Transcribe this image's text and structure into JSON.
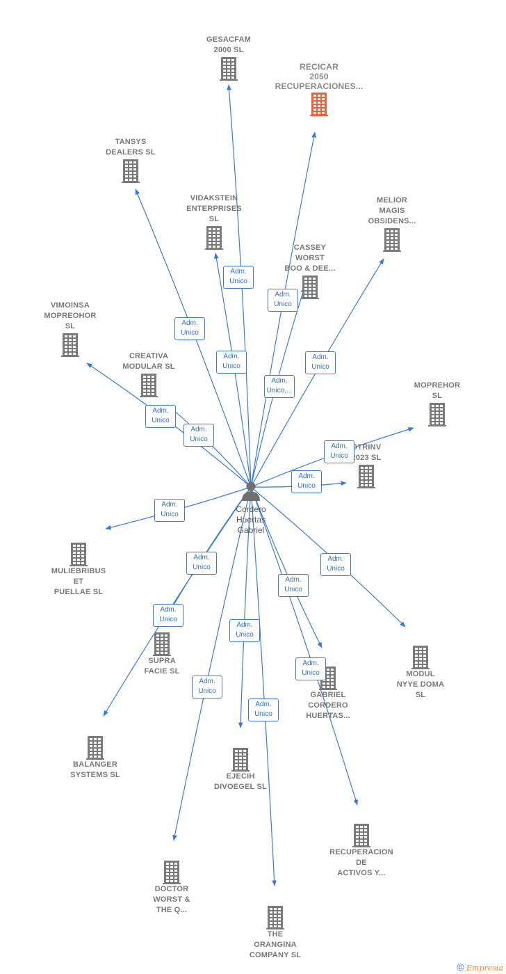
{
  "colors": {
    "edge": "#3a7ad6",
    "building": "#7a7a7a",
    "building_highlight": "#f0603a",
    "person": "#707070"
  },
  "center": {
    "label_lines": [
      "Cordero",
      "Huertas",
      "Gabriel"
    ],
    "icon": "person-icon"
  },
  "nodes": [
    {
      "id": "gesacfam",
      "label_lines": [
        "GESACFAM",
        "2000 SL"
      ],
      "highlight": false
    },
    {
      "id": "recicar",
      "label_lines": [
        "RECICAR",
        "2050",
        "RECUPERACIONES..."
      ],
      "highlight": true
    },
    {
      "id": "tansys",
      "label_lines": [
        "TANSYS",
        "DEALERS  SL"
      ],
      "highlight": false
    },
    {
      "id": "vidakstein",
      "label_lines": [
        "VIDAKSTEIN",
        "ENTERPRISES",
        "SL"
      ],
      "highlight": false
    },
    {
      "id": "melior",
      "label_lines": [
        "MELIOR",
        "MAGIS",
        "OBSIDENS..."
      ],
      "highlight": false
    },
    {
      "id": "cassey",
      "label_lines": [
        "CASSEY",
        "WORST",
        "BOO & DEE..."
      ],
      "highlight": false
    },
    {
      "id": "vimoinsa",
      "label_lines": [
        "VIMOINSA",
        "MOPREOHOR",
        "SL"
      ],
      "highlight": false
    },
    {
      "id": "creativa",
      "label_lines": [
        "CREATIVA",
        "MODULAR  SL"
      ],
      "highlight": false
    },
    {
      "id": "moprehor",
      "label_lines": [
        "MOPREHOR",
        "SL"
      ],
      "highlight": false
    },
    {
      "id": "otrinv",
      "label_lines": [
        "OTRINV",
        "2023  SL"
      ],
      "highlight": false
    },
    {
      "id": "muliebribus",
      "label_lines": [
        "MULIEBRIBUS",
        "ET",
        "PUELLAE SL"
      ],
      "highlight": false
    },
    {
      "id": "supra",
      "label_lines": [
        "SUPRA",
        "FACIE  SL"
      ],
      "highlight": false
    },
    {
      "id": "modul",
      "label_lines": [
        "MODUL",
        "NYYE DOMA",
        "SL"
      ],
      "highlight": false
    },
    {
      "id": "gabriel",
      "label_lines": [
        "GABRIEL",
        "CORDERO",
        "HUERTAS..."
      ],
      "highlight": false
    },
    {
      "id": "balanger",
      "label_lines": [
        "BALANGER",
        "SYSTEMS  SL"
      ],
      "highlight": false
    },
    {
      "id": "ejecih",
      "label_lines": [
        "EJECIH",
        "DIVOEGEL  SL"
      ],
      "highlight": false
    },
    {
      "id": "recuperacion",
      "label_lines": [
        "RECUPERACION",
        "DE",
        "ACTIVOS Y..."
      ],
      "highlight": false
    },
    {
      "id": "doctor",
      "label_lines": [
        "DOCTOR",
        "WORST &",
        "THE Q..."
      ],
      "highlight": false
    },
    {
      "id": "orangina",
      "label_lines": [
        "THE",
        "ORANGINA",
        "COMPANY  SL"
      ],
      "highlight": false
    }
  ],
  "edges": [
    {
      "to": "gesacfam",
      "label": "Adm.\nUnico"
    },
    {
      "to": "recicar",
      "label": "Adm.\nUnico"
    },
    {
      "to": "tansys",
      "label": "Adm.\nUnico"
    },
    {
      "to": "vidakstein",
      "label": "Adm.\nUnico"
    },
    {
      "to": "melior",
      "label": "Adm.\nUnico"
    },
    {
      "to": "cassey",
      "label": "Adm.\nUnico,..."
    },
    {
      "to": "vimoinsa",
      "label": "Adm.\nUnico"
    },
    {
      "to": "creativa",
      "label": "Adm.\nUnico"
    },
    {
      "to": "moprehor",
      "label": "Adm.\nUnico"
    },
    {
      "to": "otrinv",
      "label": "Adm.\nUnico"
    },
    {
      "to": "muliebribus",
      "label": "Adm.\nUnico"
    },
    {
      "to": "supra",
      "label": "Adm.\nUnico"
    },
    {
      "to": "modul",
      "label": "Adm.\nUnico"
    },
    {
      "to": "gabriel",
      "label": "Adm.\nUnico"
    },
    {
      "to": "balanger",
      "label": "Adm.\nUnico"
    },
    {
      "to": "ejecih",
      "label": "Adm.\nUnico"
    },
    {
      "to": "recuperacion",
      "label": "Adm.\nUnico"
    },
    {
      "to": "doctor",
      "label": "Adm.\nUnico"
    },
    {
      "to": "orangina",
      "label": "Adm.\nUnico"
    }
  ],
  "footer": {
    "copyright": "©",
    "brand": "Empresia"
  }
}
